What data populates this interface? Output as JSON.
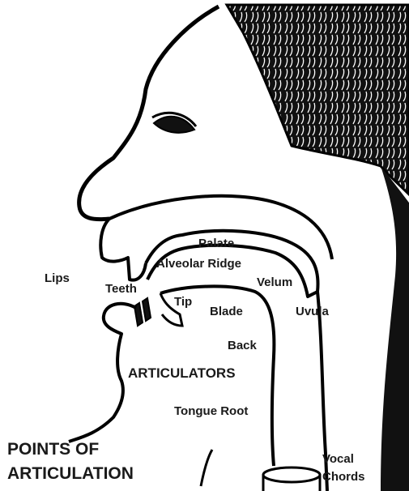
{
  "labels": {
    "lips": "Lips",
    "teeth": "Teeth",
    "tip": "Tip",
    "palate": "Palate",
    "alveolar_ridge": "Alveolar Ridge",
    "velum": "Velum",
    "uvula": "Uvula",
    "blade": "Blade",
    "back": "Back",
    "articulators": "ARTICULATORS",
    "tongue_root": "Tongue Root",
    "points_line1": "POINTS OF",
    "points_line2": "ARTICULATION",
    "vocal_line1": "Vocal",
    "vocal_line2": "Chords"
  },
  "colors": {
    "ink": "#000000",
    "background": "#ffffff"
  }
}
